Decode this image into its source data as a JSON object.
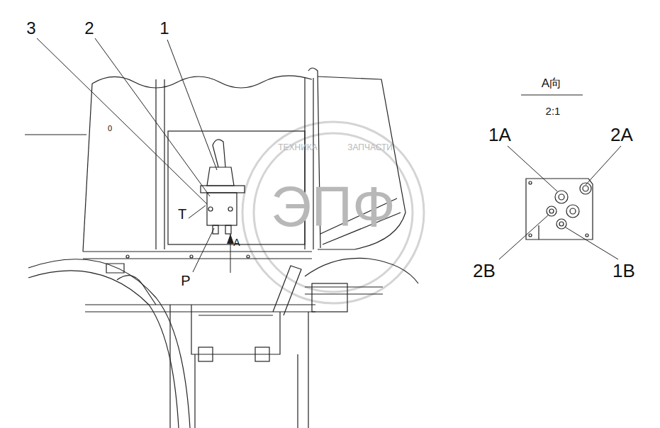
{
  "diagram": {
    "labels": [
      "3",
      "2",
      "1",
      "0",
      "T",
      "P",
      "A",
      "A向",
      "2:1",
      "1A",
      "2A",
      "2B",
      "1B",
      "ТЕХНИКА",
      "ЗАПЧАСТИ",
      "ЭПФ"
    ]
  }
}
